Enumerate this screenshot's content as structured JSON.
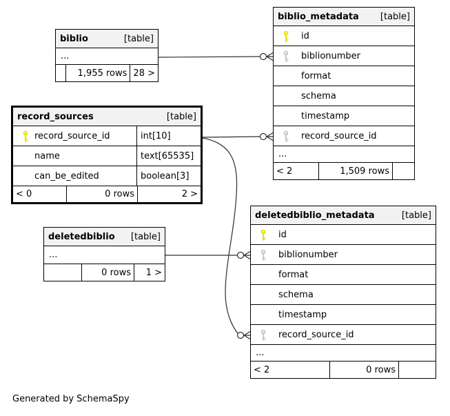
{
  "generator_note": "Generated by SchemaSpy",
  "colors": {
    "primary_key_icon": "#e8e400",
    "foreign_key_icon": "#c9c9c9",
    "table_header_bg": "#f2f2f2",
    "border": "#000000",
    "edge": "#2e2e2e"
  },
  "tables": {
    "biblio": {
      "name": "biblio",
      "tag": "[table]",
      "ellipsis": "...",
      "footer": {
        "left": "",
        "center": "1,955 rows",
        "right": "28 >"
      }
    },
    "biblio_metadata": {
      "name": "biblio_metadata",
      "tag": "[table]",
      "columns": [
        {
          "label": "id",
          "key": "primary"
        },
        {
          "label": "biblionumber",
          "key": "foreign"
        },
        {
          "label": "format",
          "key": "none"
        },
        {
          "label": "schema",
          "key": "none"
        },
        {
          "label": "timestamp",
          "key": "none"
        },
        {
          "label": "record_source_id",
          "key": "foreign"
        }
      ],
      "ellipsis": "...",
      "footer": {
        "left": "< 2",
        "center": "1,509 rows",
        "right": ""
      }
    },
    "record_sources": {
      "name": "record_sources",
      "tag": "[table]",
      "columns": [
        {
          "label": "record_source_id",
          "type": "int[10]",
          "key": "primary"
        },
        {
          "label": "name",
          "type": "text[65535]",
          "key": "none"
        },
        {
          "label": "can_be_edited",
          "type": "boolean[3]",
          "key": "none"
        }
      ],
      "footer": {
        "left": "< 0",
        "center": "0 rows",
        "right": "2 >"
      }
    },
    "deletedbiblio": {
      "name": "deletedbiblio",
      "tag": "[table]",
      "ellipsis": "...",
      "footer": {
        "left": "",
        "center": "0 rows",
        "right": "1 >"
      }
    },
    "deletedbiblio_metadata": {
      "name": "deletedbiblio_metadata",
      "tag": "[table]",
      "columns": [
        {
          "label": "id",
          "key": "primary"
        },
        {
          "label": "biblionumber",
          "key": "foreign"
        },
        {
          "label": "format",
          "key": "none"
        },
        {
          "label": "schema",
          "key": "none"
        },
        {
          "label": "timestamp",
          "key": "none"
        },
        {
          "label": "record_source_id",
          "key": "foreign"
        }
      ],
      "ellipsis": "...",
      "footer": {
        "left": "< 2",
        "center": "0 rows",
        "right": ""
      }
    }
  },
  "relationships": [
    {
      "from_table": "biblio",
      "to_table": "biblio_metadata",
      "to_column": "biblionumber"
    },
    {
      "from_table": "record_sources",
      "to_table": "biblio_metadata",
      "to_column": "record_source_id"
    },
    {
      "from_table": "deletedbiblio",
      "to_table": "deletedbiblio_metadata",
      "to_column": "biblionumber"
    },
    {
      "from_table": "record_sources",
      "to_table": "deletedbiblio_metadata",
      "to_column": "record_source_id"
    }
  ]
}
